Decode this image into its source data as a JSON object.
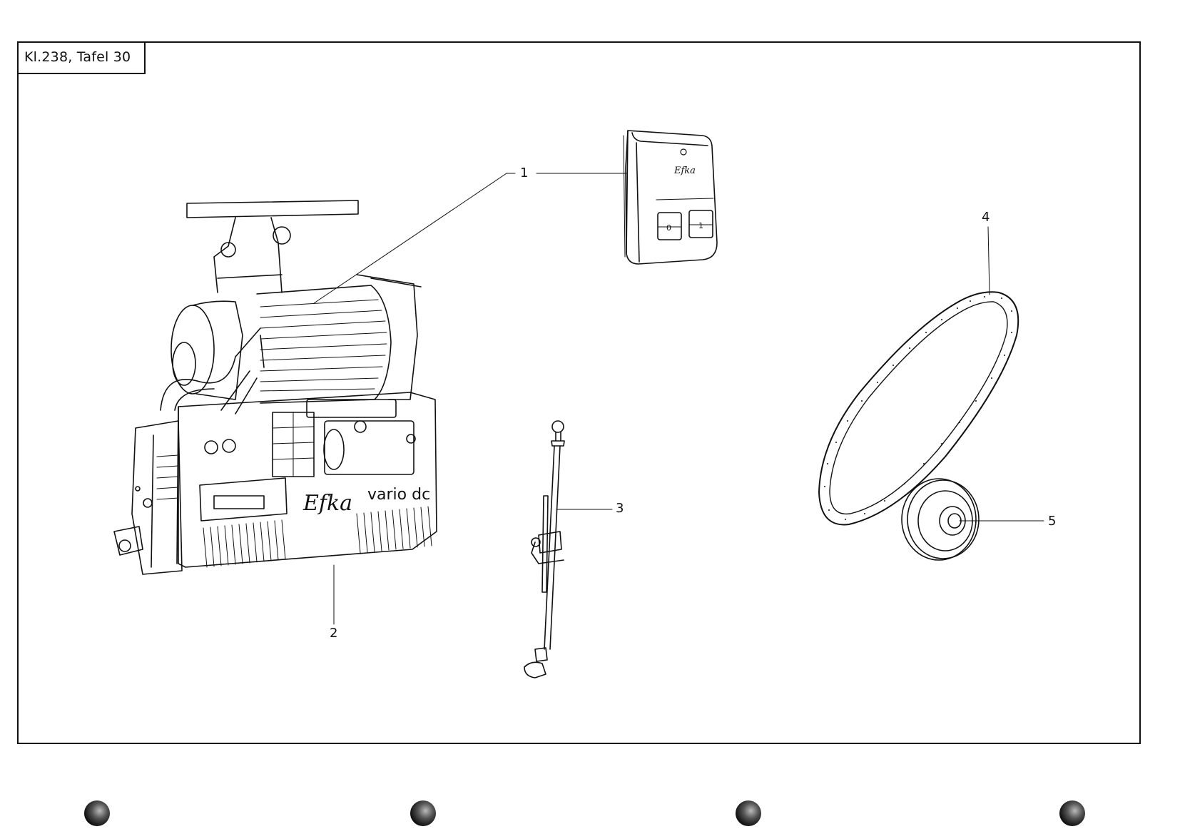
{
  "sheet": {
    "title": "Kl.238, Tafel 30"
  },
  "callouts": [
    {
      "number": "1",
      "part": "switch-box"
    },
    {
      "number": "2",
      "part": "motor-efka-vario-dc"
    },
    {
      "number": "3",
      "part": "positioning-rod"
    },
    {
      "number": "4",
      "part": "v-belt"
    },
    {
      "number": "5",
      "part": "pulley"
    }
  ],
  "motor_text": {
    "brand": "Efka",
    "model": "vario dc"
  },
  "switch_box_text": {
    "brand": "Efka",
    "off_button": "0",
    "on_button": "1",
    "indicator": "0"
  }
}
